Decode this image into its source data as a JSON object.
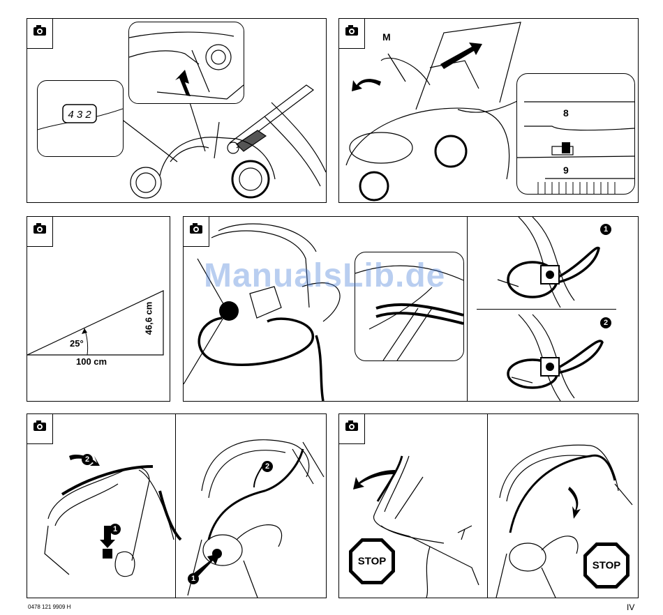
{
  "icons": {
    "panel_tab": "camera-icon"
  },
  "panel2": {
    "label_m": "M",
    "label_8": "8",
    "label_9": "9"
  },
  "panel3": {
    "angle": "25°",
    "height": "46,6 cm",
    "length": "100 cm"
  },
  "panel4": {
    "step1": "1",
    "step2": "2"
  },
  "panel5": {
    "step1": "1",
    "step2": "2"
  },
  "panel6": {
    "stop_left": "STOP",
    "stop_right": "STOP"
  },
  "watermark": "ManualsLib.de",
  "footer": {
    "code": "0478 121 9909 H",
    "page": "IV"
  }
}
